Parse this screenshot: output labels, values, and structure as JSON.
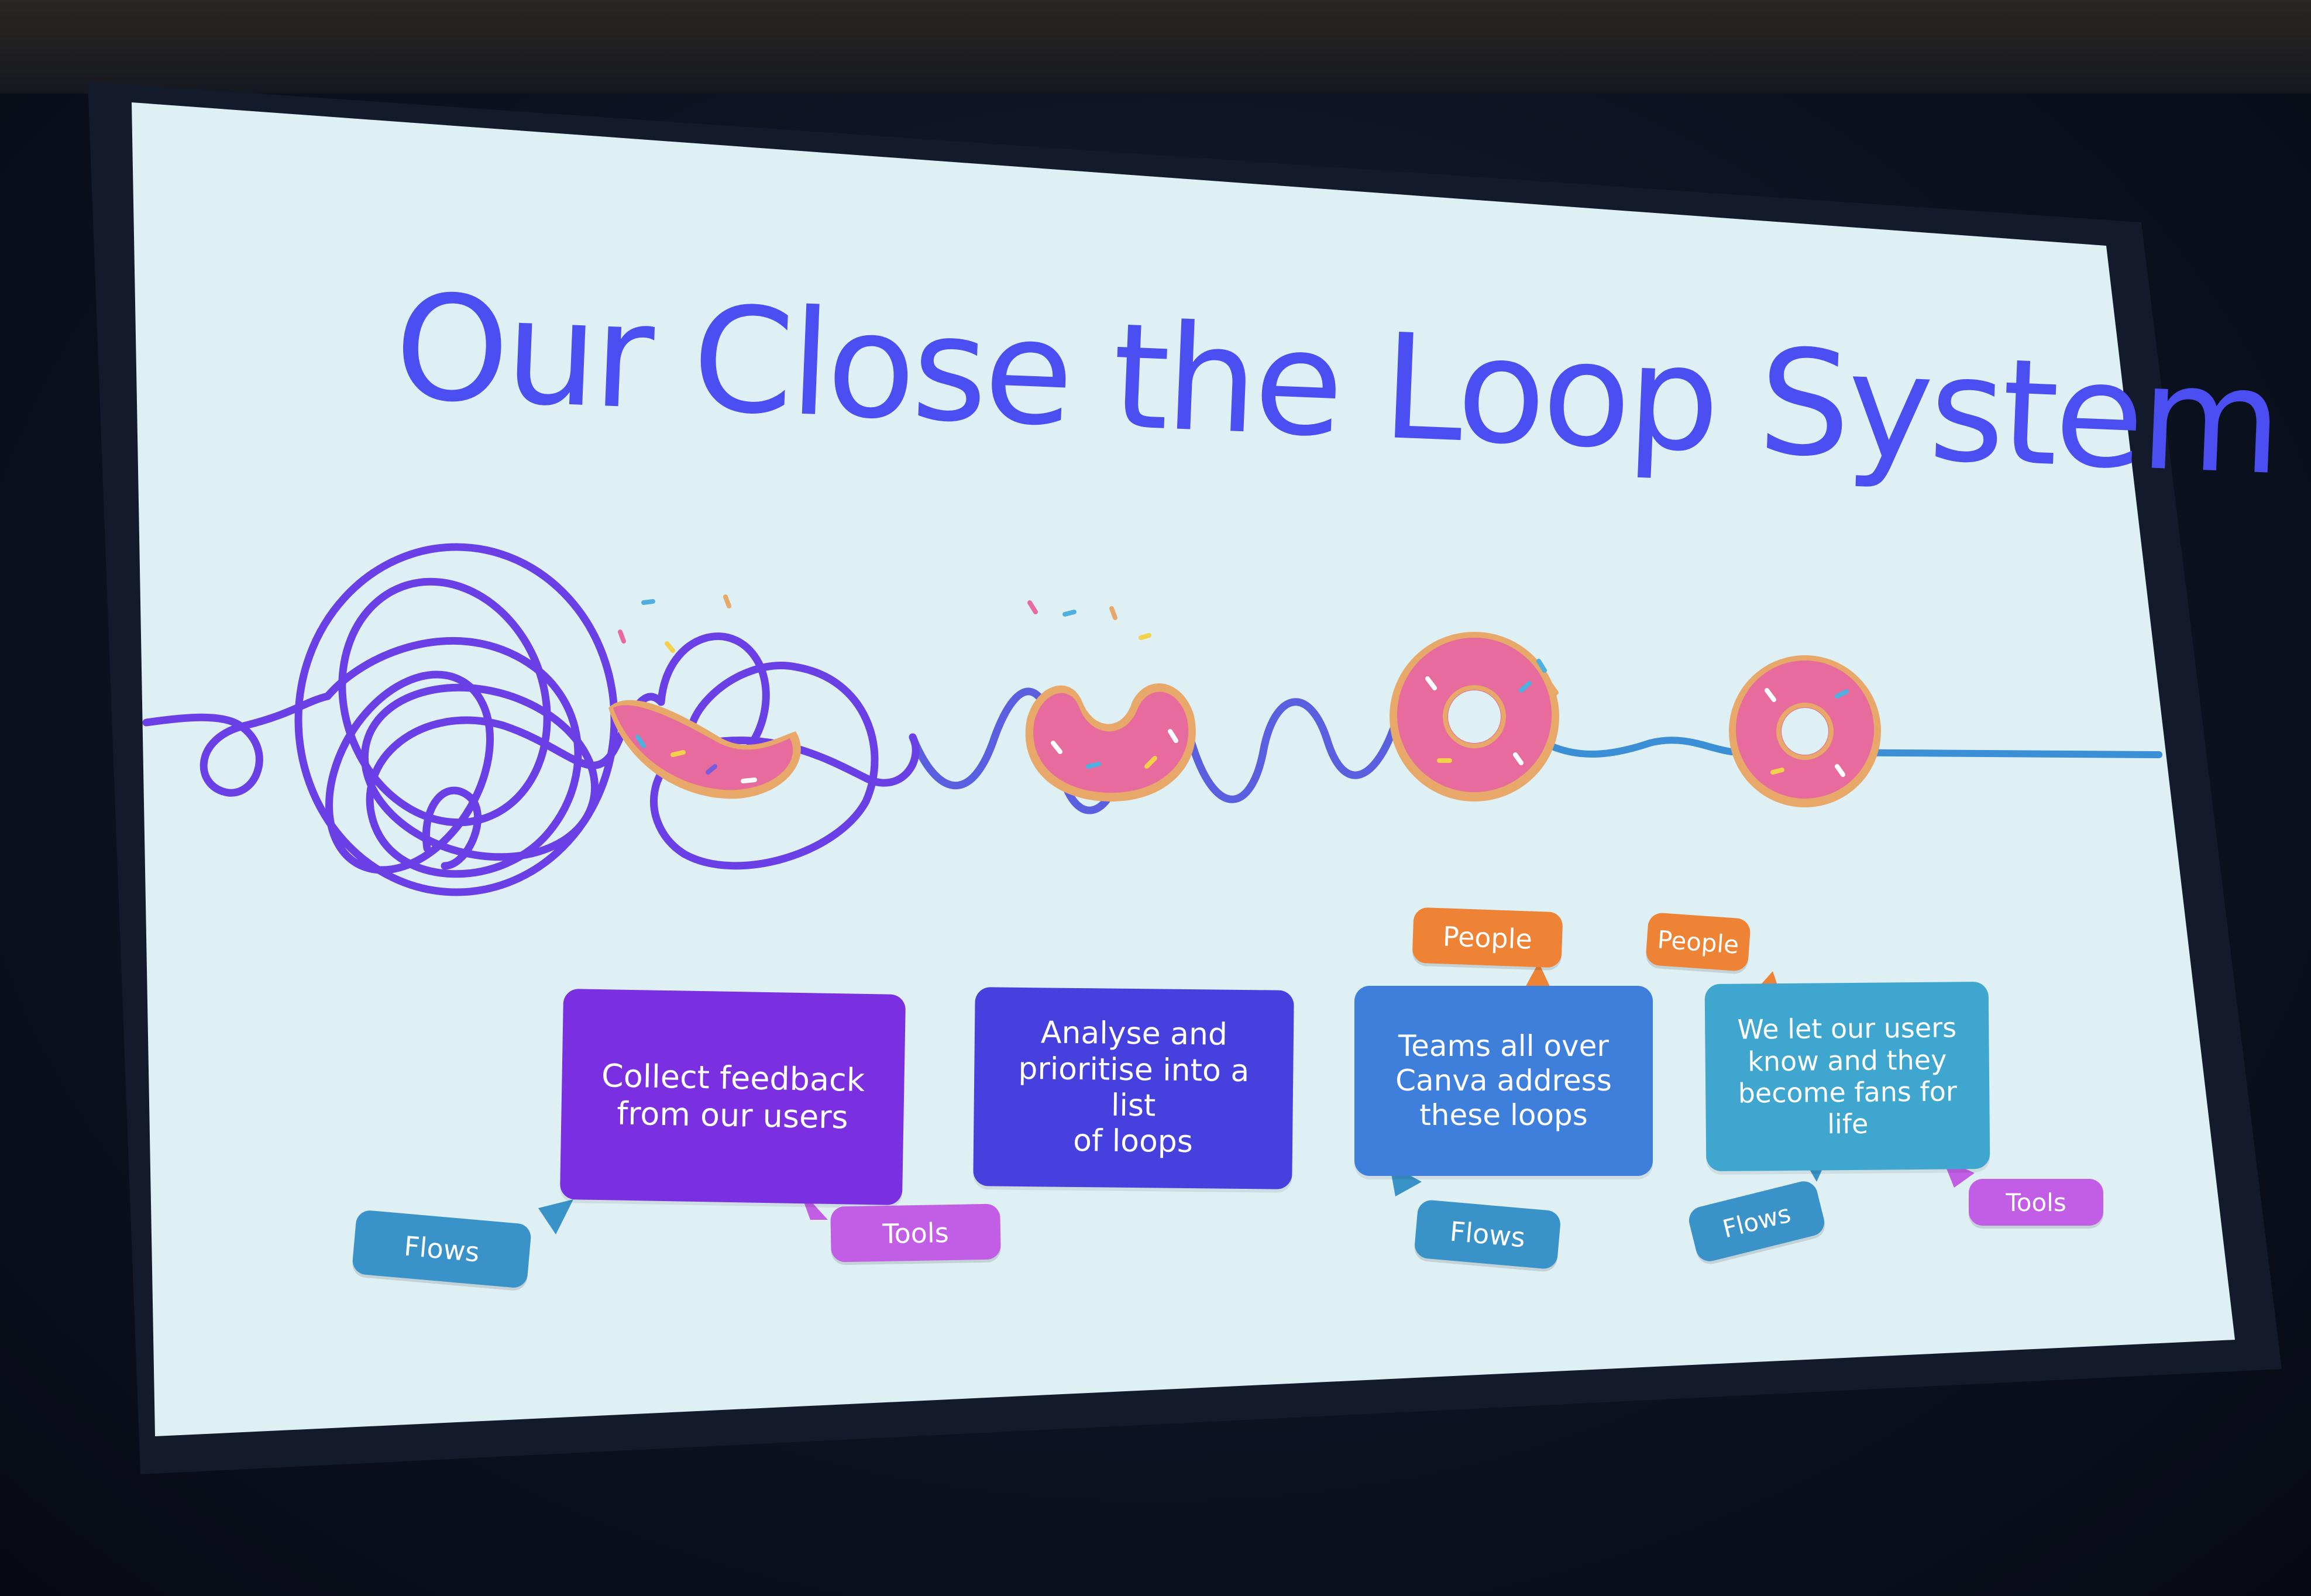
{
  "slide": {
    "title": "Our Close the Loop System",
    "colors": {
      "title": "#4b4ef0",
      "background": "#dff0f5",
      "step1": "#7a2fe0",
      "step2": "#4540de",
      "step3": "#3f7fdc",
      "step4": "#3fa6d0",
      "flows": "#3a93c8",
      "tools": "#c25ee6",
      "people": "#ee8336",
      "line_tangled": "#6b3fe6",
      "line_straight": "#3a8fd6",
      "donut_icing": "#e76b9c",
      "donut_dough": "#e7a869"
    },
    "steps": [
      {
        "lines": [
          "Collect feedback",
          "from our users"
        ]
      },
      {
        "lines": [
          "Analyse and",
          "prioritise into a list",
          "of loops"
        ]
      },
      {
        "lines": [
          "Teams all over",
          "Canva address",
          "these loops"
        ]
      },
      {
        "lines": [
          "We let our users",
          "know and they",
          "become fans for life"
        ]
      }
    ],
    "tags": {
      "flows": "Flows",
      "tools": "Tools",
      "people": "People"
    },
    "icons": [
      "tangled-line-icon",
      "donut-icon",
      "cursor-arrow-icon"
    ]
  }
}
